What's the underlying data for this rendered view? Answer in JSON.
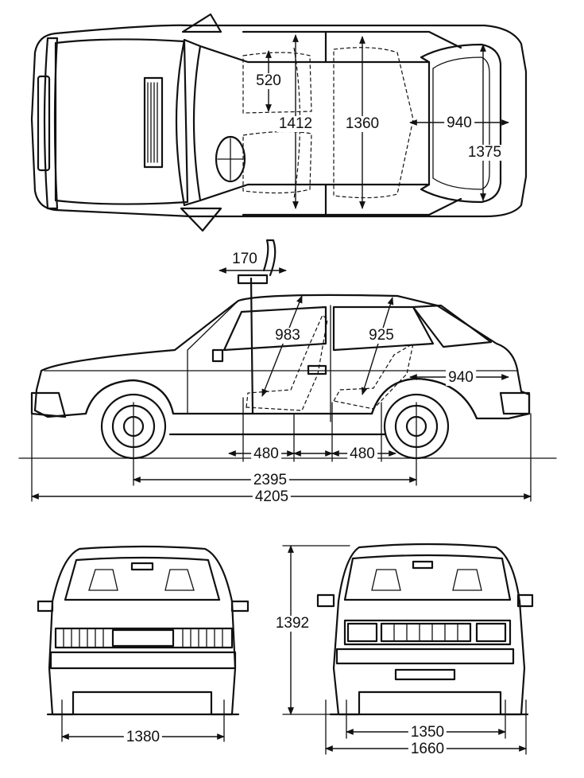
{
  "dimensions": {
    "top_seat_depth": "520",
    "top_interior_width_front": "1412",
    "top_interior_width_rear": "1360",
    "top_cargo_length": "940",
    "top_cargo_width": "1375",
    "side_seat_travel": "170",
    "side_front_headroom": "983",
    "side_rear_headroom": "925",
    "side_cargo_length": "940",
    "side_front_legroom": "480",
    "side_rear_legroom": "480",
    "wheelbase": "2395",
    "overall_length": "4205",
    "rear_track": "1380",
    "height": "1392",
    "front_track": "1350",
    "overall_width": "1660"
  }
}
